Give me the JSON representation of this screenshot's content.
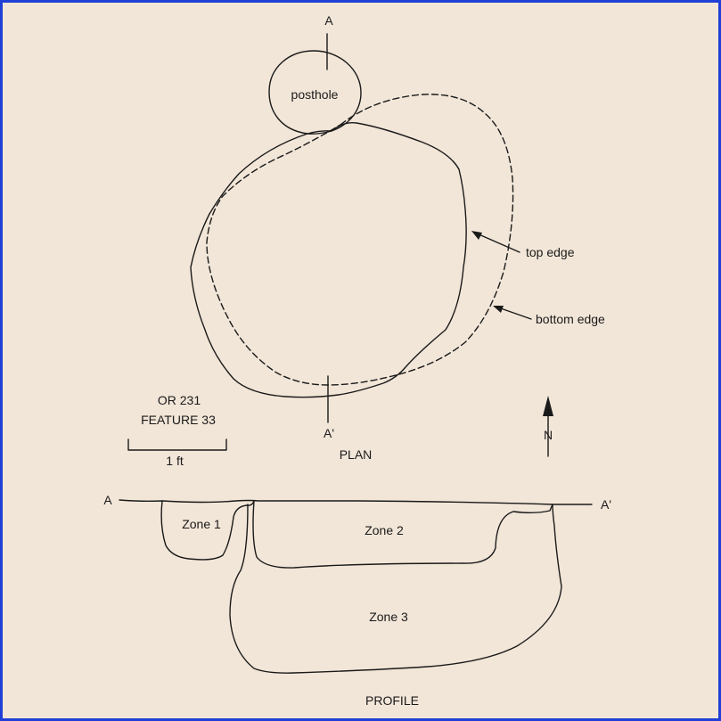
{
  "plan": {
    "section_top": "A",
    "section_bottom": "A'",
    "posthole_label": "posthole",
    "top_edge_label": "top edge",
    "bottom_edge_label": "bottom edge",
    "site": "OR 231",
    "feature": "FEATURE 33",
    "scale_label": "1 ft",
    "north_label": "N",
    "view_title": "PLAN"
  },
  "profile": {
    "left_end": "A",
    "right_end": "A'",
    "zones": [
      "Zone 1",
      "Zone 2",
      "Zone 3"
    ],
    "view_title": "PROFILE"
  },
  "colors": {
    "background": "#f2e6d8",
    "frame": "#1f3fd6",
    "ink": "#1a1a1a"
  }
}
